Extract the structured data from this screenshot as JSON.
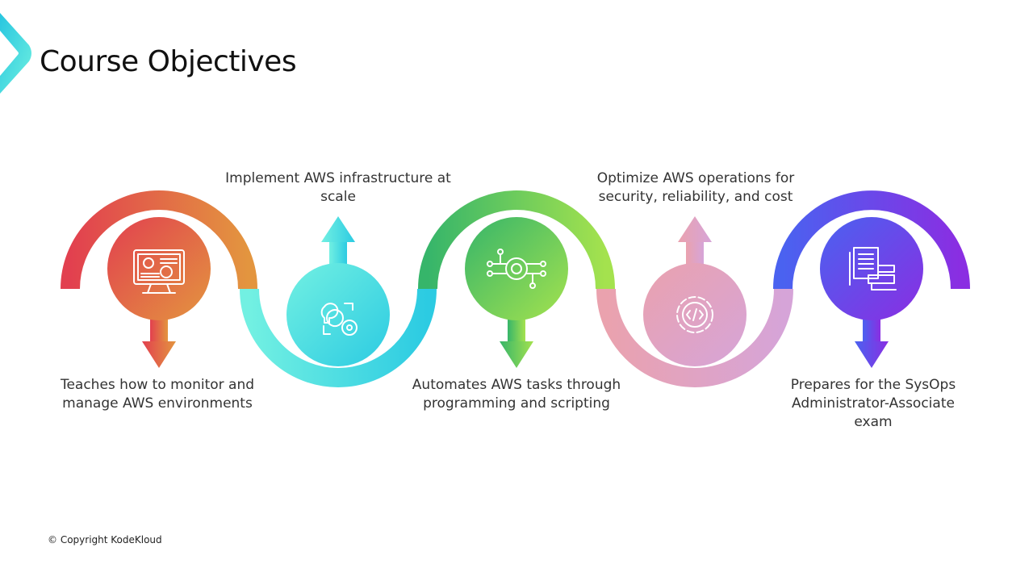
{
  "header": {
    "title": "Course Objectives"
  },
  "stages": [
    {
      "label": "Teaches how to monitor and manage AWS environments",
      "icon": "monitor-gears-icon",
      "colors": [
        "#e2404f",
        "#e3953f"
      ],
      "arrow": "down"
    },
    {
      "label": "Implement AWS infrastructure at scale",
      "icon": "lightbulb-gear-icon",
      "colors": [
        "#72f0e2",
        "#2ccbe2"
      ],
      "arrow": "up"
    },
    {
      "label": "Automates AWS tasks through programming and scripting",
      "icon": "gear-circuit-icon",
      "colors": [
        "#36b56a",
        "#a4e24e"
      ],
      "arrow": "down"
    },
    {
      "label": "Optimize AWS operations for security, reliability, and cost",
      "icon": "code-gear-icon",
      "colors": [
        "#eaa2ae",
        "#d6a4d8"
      ],
      "arrow": "up"
    },
    {
      "label": "Prepares for the SysOps Administrator-Associate exam",
      "icon": "documents-laptop-icon",
      "colors": [
        "#4a62f0",
        "#8a2ee2"
      ],
      "arrow": "down"
    }
  ],
  "footer": {
    "copyright": "© Copyright KodeKloud"
  }
}
